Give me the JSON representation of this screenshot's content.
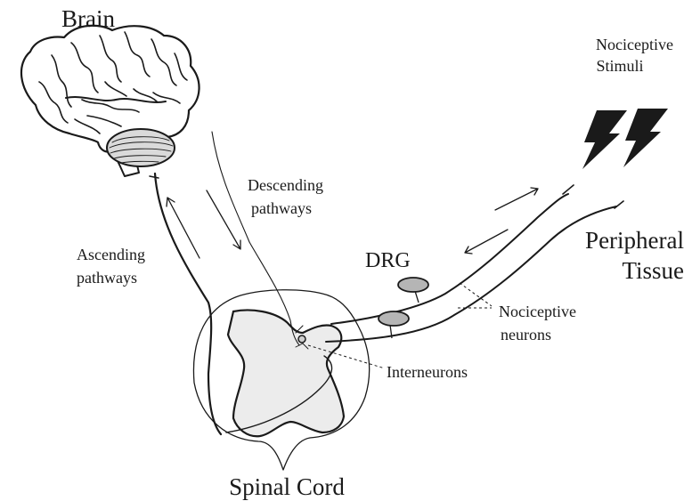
{
  "labels": {
    "brain": "Brain",
    "spinal_cord": "Spinal Cord",
    "nociceptive_stimuli_line1": "Nociceptive",
    "nociceptive_stimuli_line2": "Stimuli",
    "descending_line1": "Descending",
    "descending_line2": "pathways",
    "ascending_line1": "Ascending",
    "ascending_line2": "pathways",
    "drg": "DRG",
    "peripheral_line1": "Peripheral",
    "peripheral_line2": "Tissue",
    "nociceptive_neurons_line1": "Nociceptive",
    "nociceptive_neurons_line2": "neurons",
    "interneurons": "Interneurons"
  },
  "colors": {
    "ink": "#1a1a1a",
    "grey_matter": "#ececec",
    "brain_fill": "#f2f2f2",
    "cerebellum_fill": "#dadada",
    "drg_fill": "#b5b5b5"
  }
}
